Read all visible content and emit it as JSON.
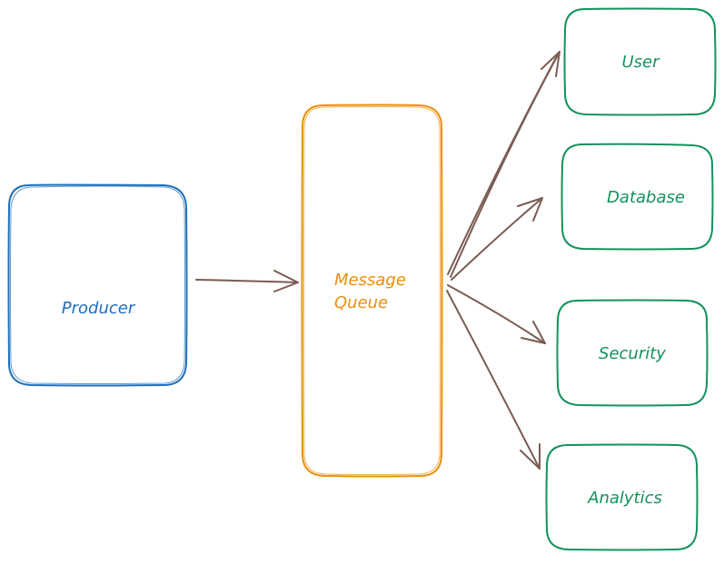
{
  "diagram": {
    "producer": {
      "label": "Producer",
      "color": "#1e6fbb"
    },
    "queue": {
      "label_line1": "Message",
      "label_line2": "Queue",
      "color": "#e8900c"
    },
    "consumers": [
      {
        "label": "User",
        "color": "#13925c"
      },
      {
        "label": "Database",
        "color": "#13925c"
      },
      {
        "label": "Security",
        "color": "#13925c"
      },
      {
        "label": "Analytics",
        "color": "#13925c"
      }
    ],
    "arrow_color": "#7a5c52"
  }
}
